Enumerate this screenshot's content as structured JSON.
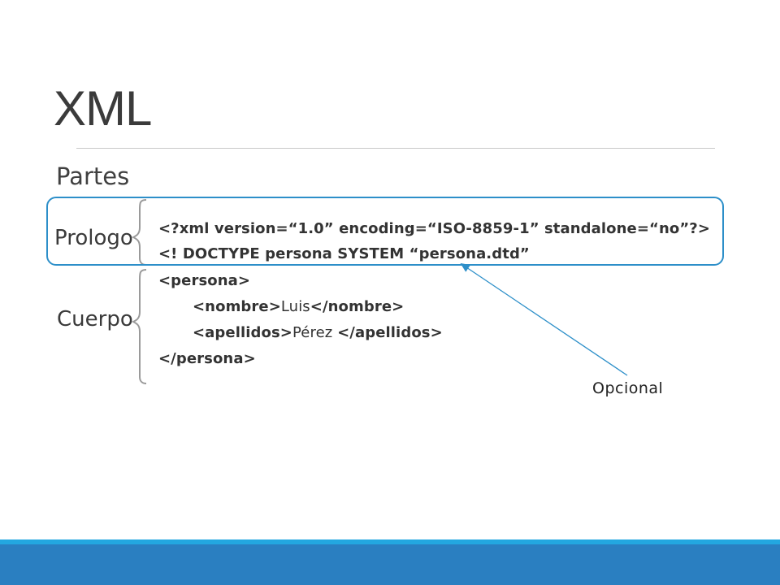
{
  "slide": {
    "title": "XML",
    "subtitle": "Partes"
  },
  "figure": {
    "prologo_label": "Prologo",
    "cuerpo_label": "Cuerpo",
    "prolog_lines": [
      "<?xml version=“1.0” encoding=“ISO-8859-1” standalone=“no”?>",
      "<! DOCTYPE persona SYSTEM “persona.dtd”"
    ],
    "body_lines": [
      {
        "tag_open": "<persona>",
        "text": "",
        "tag_close": ""
      },
      {
        "tag_open": "<nombre>",
        "text": "Luis",
        "tag_close": "</nombre>"
      },
      {
        "tag_open": "<apellidos>",
        "text": "Pérez ",
        "tag_close": "</apellidos>"
      },
      {
        "tag_open": "</persona>",
        "text": "",
        "tag_close": ""
      }
    ]
  },
  "callout": {
    "label": "Opcional",
    "color": "#2d8fc9"
  },
  "colors": {
    "accent": "#2d8fc9",
    "footer": "#2a7fc1",
    "footer_highlight": "#23a7e0"
  }
}
